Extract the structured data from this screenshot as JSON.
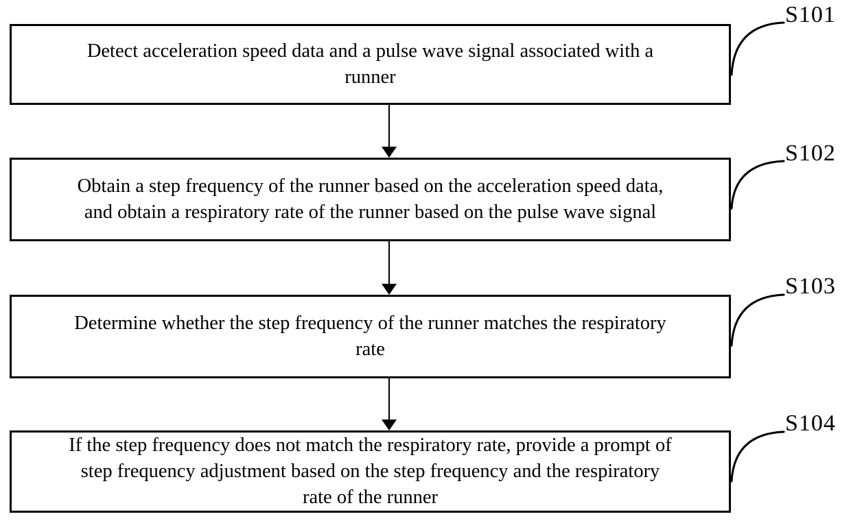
{
  "figure": {
    "type": "flowchart",
    "background_color": "#ffffff",
    "line_color": "#000000",
    "text_color": "#000000",
    "steps": [
      {
        "id": "S101",
        "text": "Detect acceleration speed data and a pulse wave signal associated with a runner",
        "lines": [
          "Detect acceleration speed data and a pulse wave signal associated with a",
          "runner"
        ]
      },
      {
        "id": "S102",
        "text": "Obtain a step frequency of the runner based on the acceleration speed data, and obtain a respiratory rate of the runner based on the pulse wave signal",
        "lines": [
          "Obtain a step frequency of the runner based on the acceleration speed data,",
          "and obtain a respiratory rate of the runner based on the pulse wave signal"
        ]
      },
      {
        "id": "S103",
        "text": "Determine whether the step frequency of the runner matches the respiratory rate",
        "lines": [
          "Determine whether the step frequency of the runner matches the respiratory",
          "rate"
        ]
      },
      {
        "id": "S104",
        "text": "If the step frequency does not match the respiratory rate, provide a prompt of step frequency adjustment based on the step frequency and the respiratory rate of the runner",
        "lines": [
          "If the step frequency does not match the respiratory rate, provide a prompt of",
          "step frequency adjustment based on the step frequency and the respiratory",
          "rate of the runner"
        ]
      }
    ],
    "connections": [
      {
        "from": "S101",
        "to": "S102"
      },
      {
        "from": "S102",
        "to": "S103"
      },
      {
        "from": "S103",
        "to": "S104"
      }
    ]
  }
}
